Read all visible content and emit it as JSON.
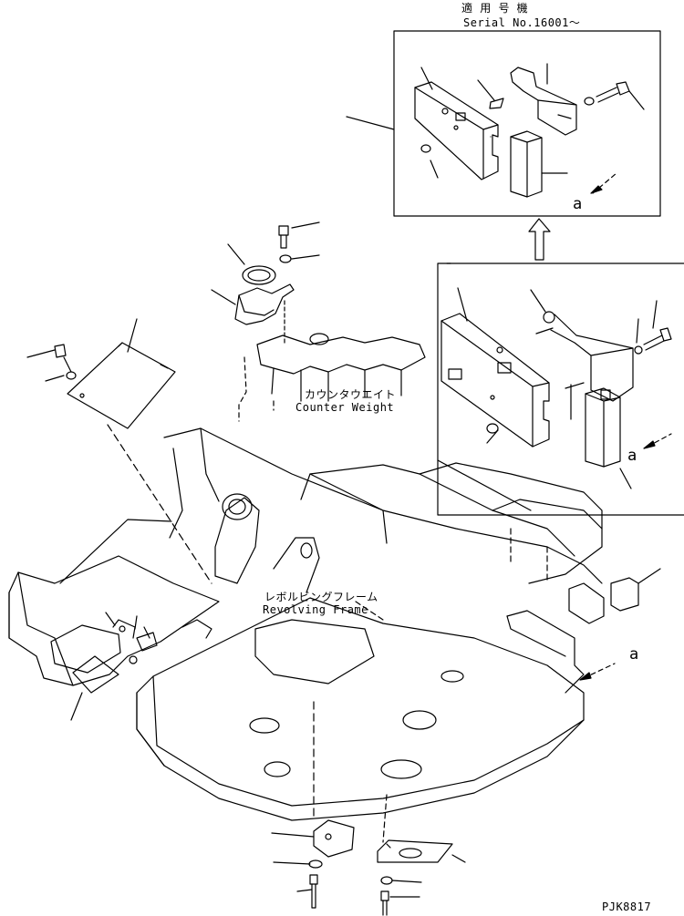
{
  "serial": {
    "line1": "適 用 号 機",
    "line2": "Serial No.16001～"
  },
  "counterweight": {
    "jp": "カウンタウエイト",
    "en": "Counter Weight"
  },
  "frame": {
    "jp": "レボルビングフレーム",
    "en": "Revolving Frame"
  },
  "view_marker": "a",
  "drawing_code": "PJK8817",
  "colors": {
    "line": "#000000",
    "background": "#ffffff"
  }
}
